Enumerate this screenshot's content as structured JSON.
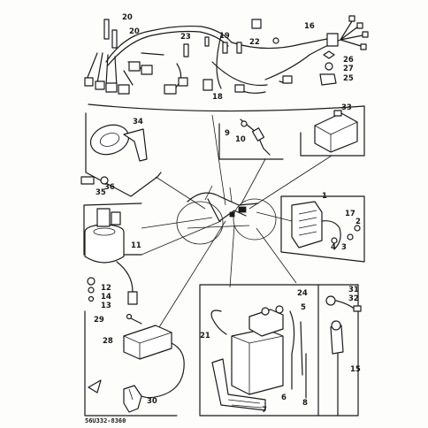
{
  "diagram_code": "56U332-8360",
  "callouts": {
    "c1": "1",
    "c2": "2",
    "c3": "3",
    "c4": "4",
    "c5": "5",
    "c6": "6",
    "c7": "7",
    "c8": "8",
    "c9": "9",
    "c10": "10",
    "c11": "11",
    "c12": "12",
    "c13": "13",
    "c14": "14",
    "c15": "15",
    "c16": "16",
    "c17": "17",
    "c18": "18",
    "c19": "19",
    "c20a": "20",
    "c20b": "20",
    "c21": "21",
    "c22": "22",
    "c23": "23",
    "c24": "24",
    "c25": "25",
    "c26": "26",
    "c27": "27",
    "c28": "28",
    "c29": "29",
    "c30": "30",
    "c31": "31",
    "c32": "32",
    "c33": "33",
    "c34": "34",
    "c35": "35",
    "c36": "36"
  },
  "colors": {
    "ink": "#1a1a1a",
    "paper": "#fdfdfb"
  }
}
